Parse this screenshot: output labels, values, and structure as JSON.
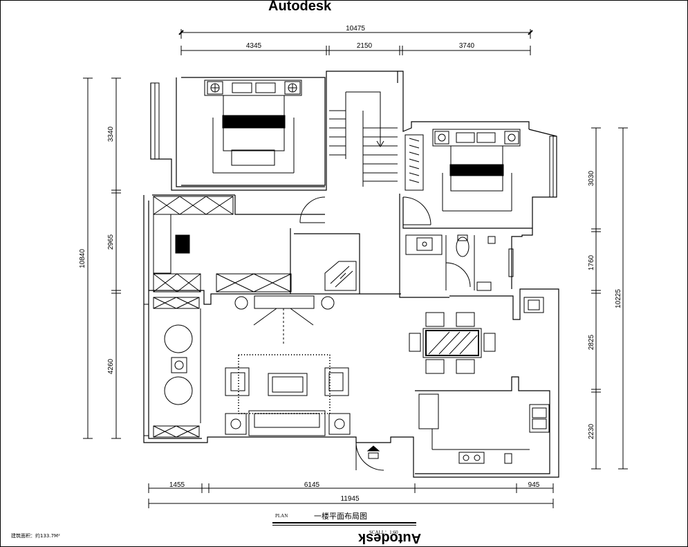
{
  "watermark": "Autodesk",
  "area_note": "建筑面积：约133.7M²",
  "title_block": {
    "plan_label": "PLAN",
    "title": "一楼平面布局图",
    "scale": "SCALL：1:60"
  },
  "dimensions": {
    "top_total": "10475",
    "top_segments": [
      "4345",
      "2150",
      "3740"
    ],
    "bottom_segments": [
      "1455",
      "6145",
      "945"
    ],
    "bottom_total": "11945",
    "left_total": "10840",
    "left_segments": [
      "3340",
      "2965",
      "4260"
    ],
    "right_total": "10225",
    "right_segments": [
      "3030",
      "1760",
      "2825",
      "2230"
    ]
  }
}
